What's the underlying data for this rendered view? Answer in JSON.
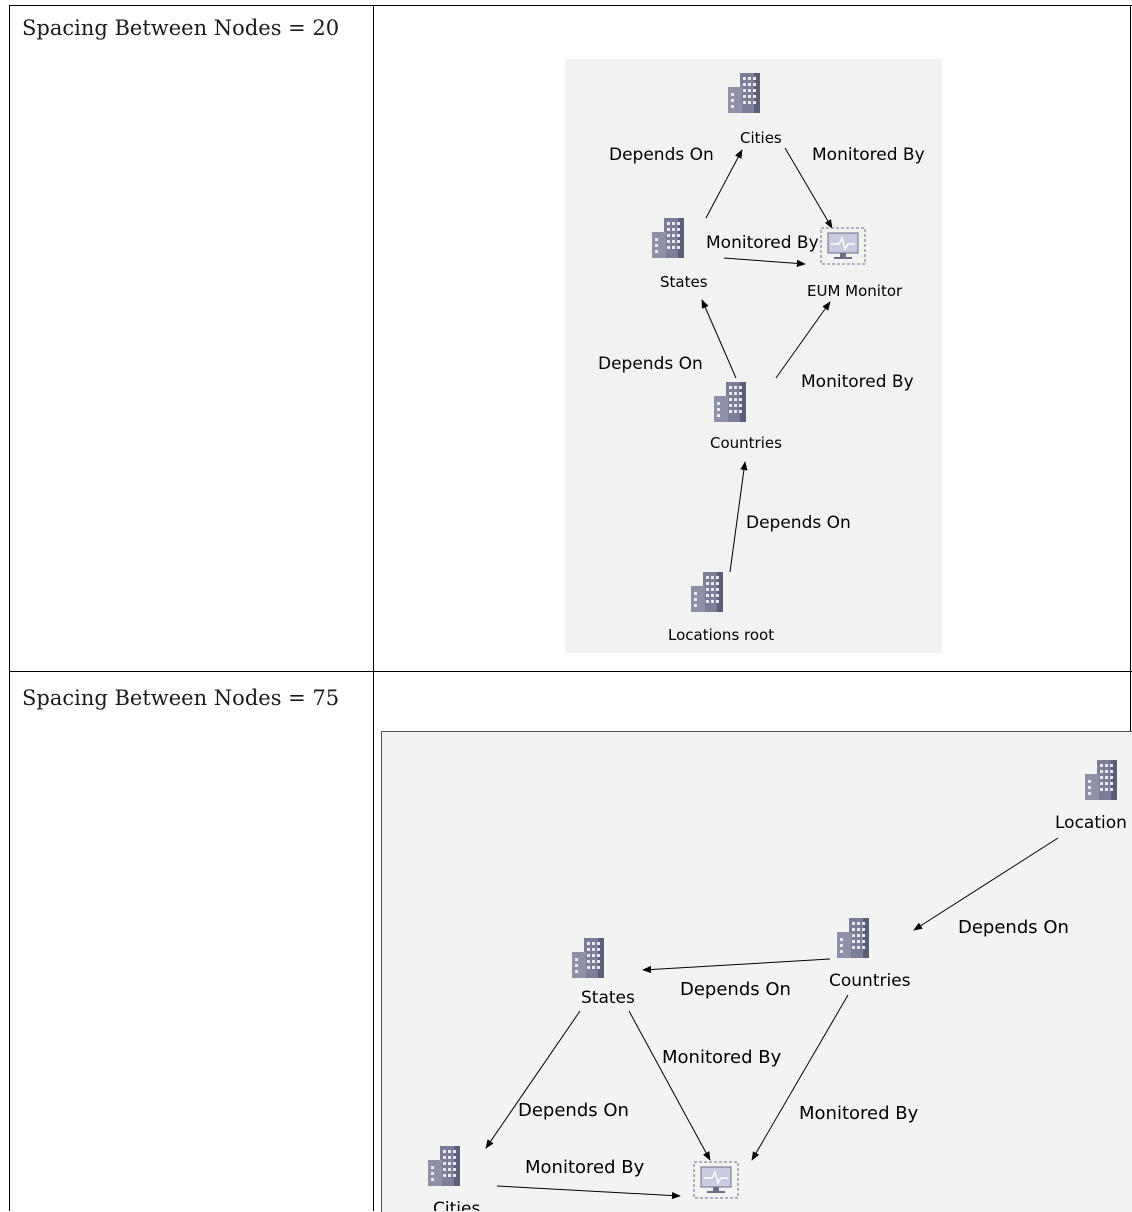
{
  "rows": [
    {
      "label": "Spacing Between Nodes = 20"
    },
    {
      "label": "Spacing Between Nodes = 75"
    }
  ],
  "diagram1": {
    "nodes": {
      "cities": "Cities",
      "states": "States",
      "eum": "EUM Monitor",
      "countries": "Countries",
      "root": "Locations root"
    },
    "edges": {
      "states_cities": "Depends On",
      "cities_eum": "Monitored By",
      "states_eum": "Monitored By",
      "countries_states": "Depends On",
      "countries_eum": "Monitored By",
      "root_countries": "Depends On"
    }
  },
  "diagram2": {
    "nodes": {
      "root": "Location",
      "countries": "Countries",
      "states": "States",
      "cities": "Cities"
    },
    "edges": {
      "root_countries": "Depends On",
      "countries_states": "Depends On",
      "states_eum": "Monitored By",
      "states_cities": "Depends On",
      "countries_eum": "Monitored By",
      "cities_eum": "Monitored By"
    }
  }
}
